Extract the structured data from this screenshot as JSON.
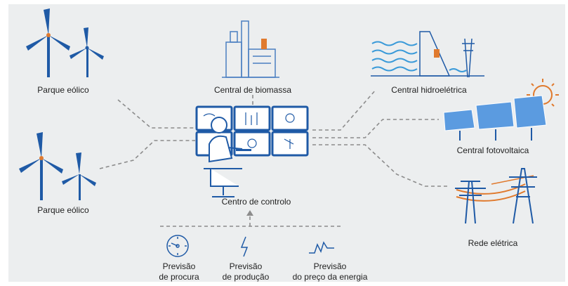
{
  "nodes": {
    "wind_top": "Parque eólico",
    "wind_bottom": "Parque eólico",
    "biomass": "Central de biomassa",
    "hydro": "Central hidroelétrica",
    "solar": "Central fotovoltaica",
    "grid": "Rede elétrica",
    "control": "Centro de controlo"
  },
  "forecasts": [
    {
      "line1": "Previsão",
      "line2": "de procura",
      "icon": "clock-gauge-icon"
    },
    {
      "line1": "Previsão",
      "line2": "de produção",
      "icon": "lightning-icon"
    },
    {
      "line1": "Previsão",
      "line2": "do preço da energia",
      "icon": "price-wave-icon"
    }
  ],
  "colors": {
    "panel": "#eceeef",
    "accent_blue": "#1f5aa6",
    "light_blue": "#4a90d9",
    "orange": "#e07a2e",
    "connector": "#8c8c8c"
  }
}
